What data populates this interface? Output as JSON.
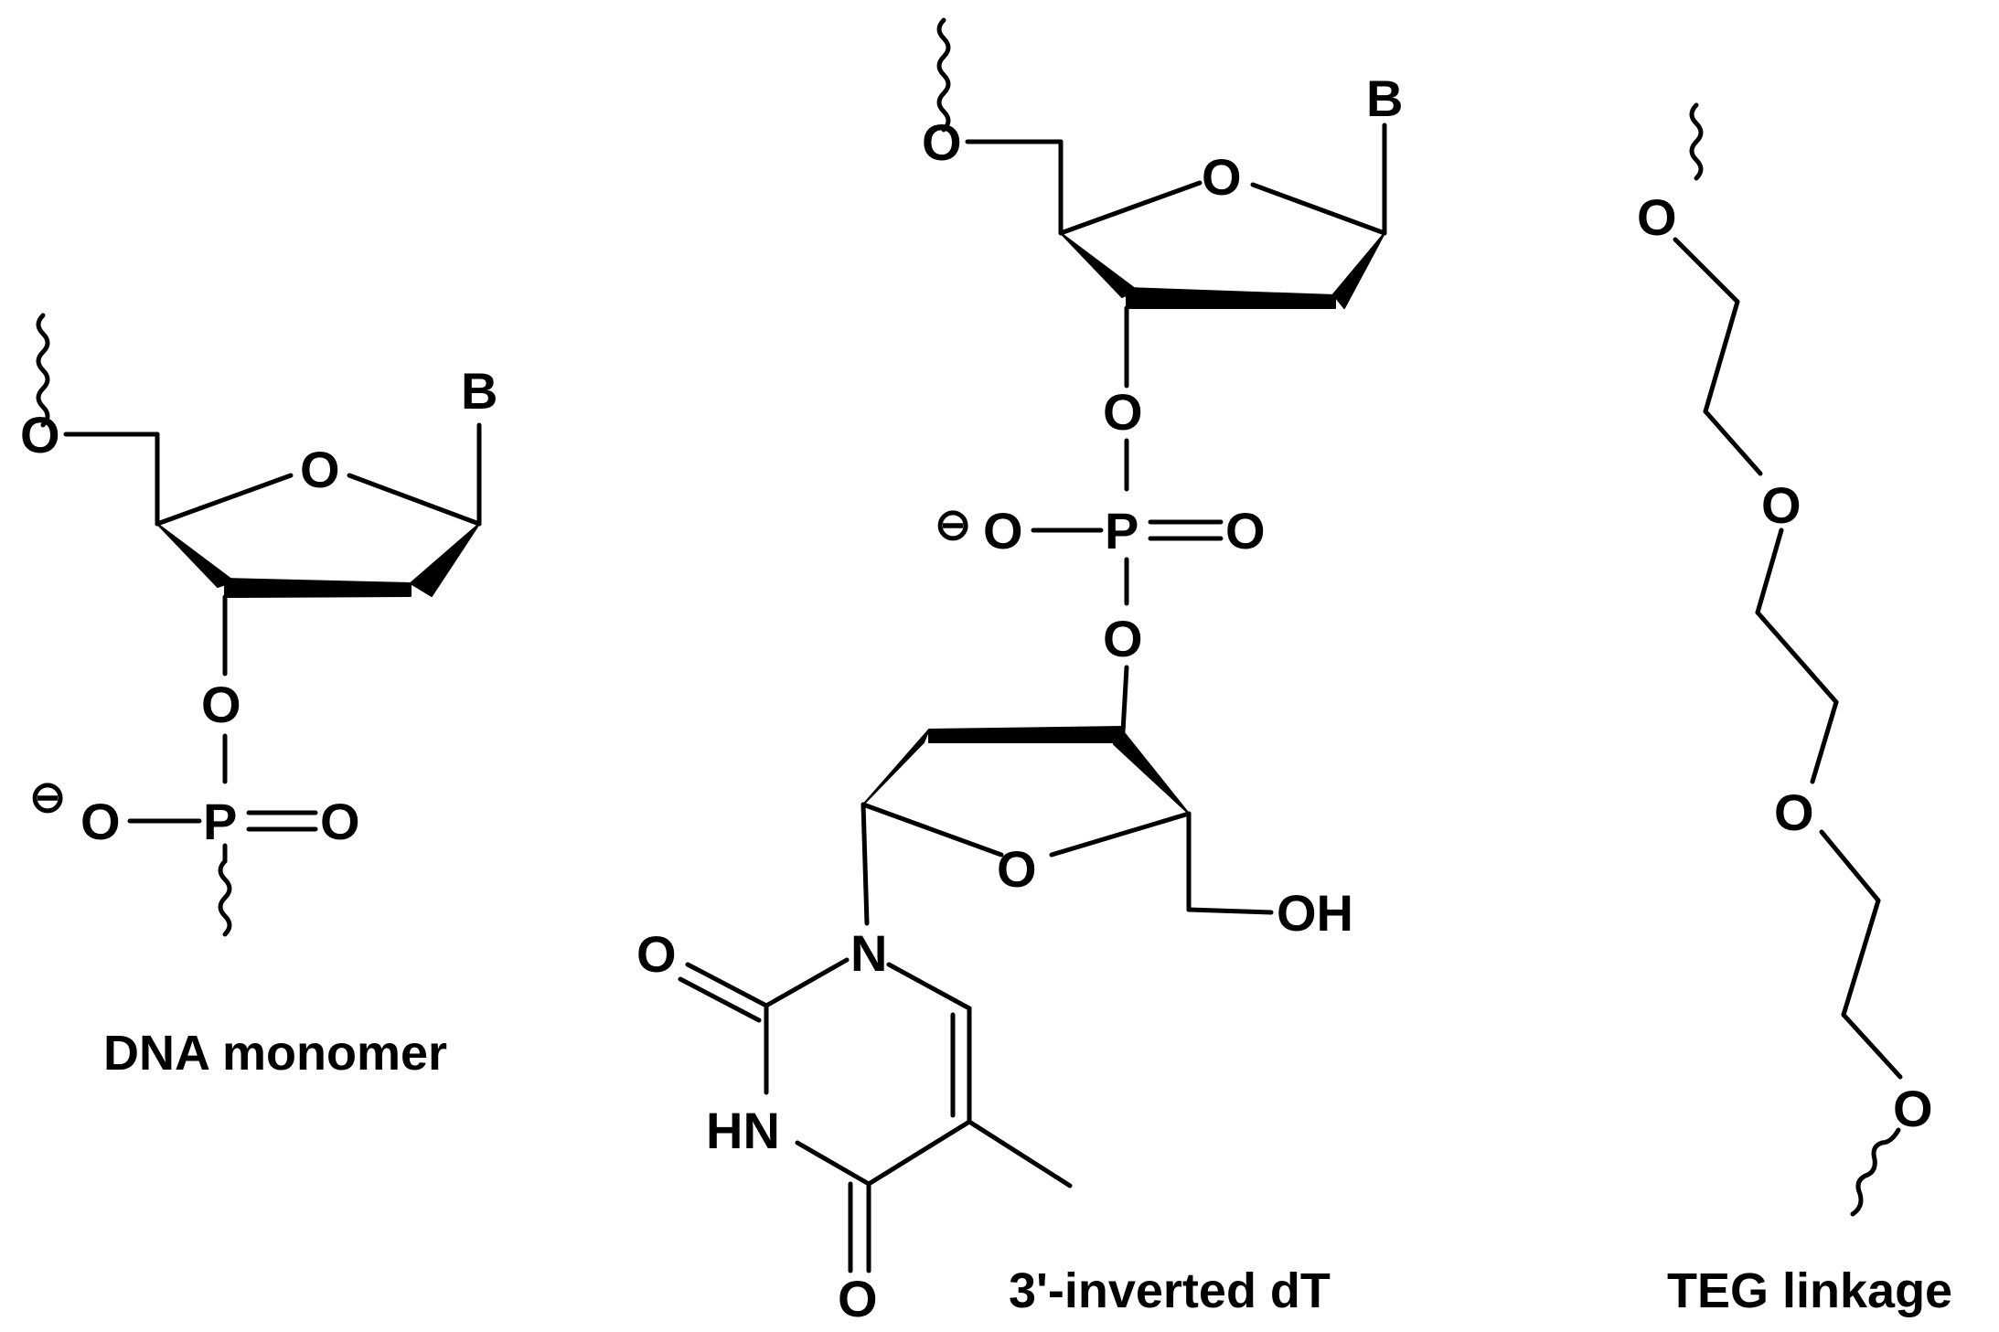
{
  "structures": {
    "dna_monomer": {
      "caption": "DNA monomer",
      "atoms": {
        "o5": "O",
        "ring_o": "O",
        "base": "B",
        "o3": "O",
        "p": "P",
        "o_minus": "O",
        "o_double": "O",
        "charge": "⊖"
      }
    },
    "inverted_dt": {
      "caption": "3'-inverted dT",
      "atoms": {
        "o5": "O",
        "ring_o_top": "O",
        "base": "B",
        "o3_top": "O",
        "p": "P",
        "o_minus": "O",
        "o_double": "O",
        "charge": "⊖",
        "o3_bottom": "O",
        "ring_o_bottom": "O",
        "oh": "OH",
        "n1": "N",
        "c2_o": "O",
        "n3h": "HN",
        "c4_o": "O"
      }
    },
    "teg_linkage": {
      "caption": "TEG linkage",
      "atoms": {
        "o1": "O",
        "o2": "O",
        "o3": "O",
        "o4": "O"
      }
    }
  }
}
